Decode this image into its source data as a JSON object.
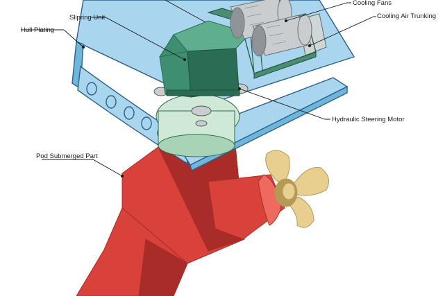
{
  "labels": {
    "cooling_fans": "Cooling Fans",
    "cooling_air_trunking": "Cooling Air Trunking",
    "slipring_unit": "Slipring Unit",
    "hull_plating": "Hull Plating",
    "hydraulic_steering_motor": "Hydraulic Steering Motor",
    "pod_submerged_part": "Pod Submerged Part"
  },
  "colors": {
    "hull_blue": "#a9d6ee",
    "hull_blue_dark": "#6fb6dc",
    "hull_outline": "#2b5f86",
    "unit_green": "#3e8f72",
    "unit_green_dark": "#2a6d54",
    "unit_green_light": "#5fae8f",
    "pod_red": "#d9413b",
    "pod_red_dark": "#a92c28",
    "pod_red_light": "#ee6a5e",
    "propeller": "#e9cf8f",
    "propeller_dark": "#b59a55",
    "fan_grey": "#c9cdd0",
    "fan_grey_dark": "#8e9498",
    "mount_mint": "#cfe9d6"
  }
}
